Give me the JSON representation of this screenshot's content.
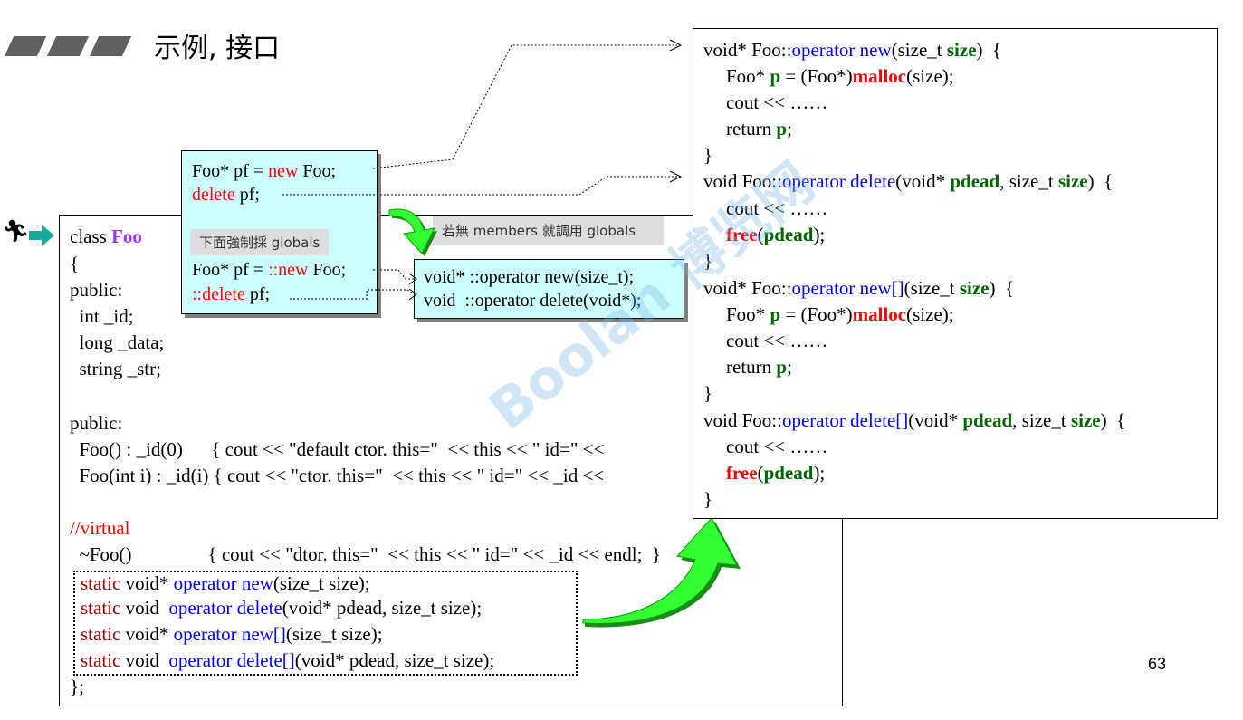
{
  "header": {
    "title": "示例, 接口"
  },
  "class_box": {
    "lines": [
      [
        "class ",
        "Foo"
      ],
      [
        "{"
      ],
      [
        "public:"
      ],
      [
        "  int _id;"
      ],
      [
        "  long _data;"
      ],
      [
        "  string _str;"
      ],
      [
        ""
      ],
      [
        "public:"
      ],
      [
        "  Foo() : _id(0)      { cout << \"default ctor. this=\"  << this << \" id=\" <<"
      ],
      [
        "  Foo(int i) : _id(i) { cout << \"ctor. this=\"  << this << \" id=\" << _id <<"
      ],
      [
        ""
      ],
      [
        "//virtual"
      ],
      [
        "  ~Foo()                { cout << \"dtor. this=\"  << this << \" id=\" << _id << endl;  }"
      ]
    ],
    "static_lines": [
      [
        "static",
        " void* ",
        "operator new",
        "(size_t size);"
      ],
      [
        "static",
        " void  ",
        "operator delete",
        "(void* pdead, size_t size);"
      ],
      [
        "static",
        " void* ",
        "operator new[]",
        "(size_t size);"
      ],
      [
        "static",
        " void  ",
        "operator delete[]",
        "(void* pdead, size_t size);"
      ]
    ],
    "closing": "};"
  },
  "impl_box": {
    "new_sig": [
      "void* Foo::",
      "operator new",
      "(size_t ",
      "size",
      ")  {"
    ],
    "new_body1": [
      "Foo* ",
      "p",
      " = (Foo*)",
      "malloc",
      "(size);"
    ],
    "cout": "cout << ……",
    "return_p": [
      "return ",
      "p",
      ";"
    ],
    "close": "}",
    "delete_sig": [
      "void Foo::",
      "operator delete",
      "(void* ",
      "pdead",
      ", size_t ",
      "size",
      ")  {"
    ],
    "free_line": [
      "free",
      "(",
      "pdead",
      ");"
    ],
    "newarr_sig": [
      "void* Foo::",
      "operator new[]",
      "(size_t ",
      "size",
      ")  {"
    ],
    "deletearr_sig": [
      "void Foo::",
      "operator delete[]",
      "(void* ",
      "pdead",
      ", size_t ",
      "size",
      ")  {"
    ]
  },
  "note_left": {
    "line1": [
      "Foo* pf = ",
      "new",
      " Foo;"
    ],
    "line2": [
      "delete",
      " pf;"
    ],
    "label": "下面強制採 globals",
    "line3": [
      "Foo* pf = ",
      "::new",
      " Foo;"
    ],
    "line4": [
      "::delete",
      " pf;"
    ]
  },
  "note_right": {
    "label": "若無 members 就調用 globals",
    "line1": "void* ::operator new(size_t);",
    "line2": "void  ::operator delete(void*);"
  },
  "page_number": "63",
  "watermark": "Boolan 博览网",
  "colors": {
    "cyan": "#ccffff",
    "green_arrow": "#33ff33",
    "teal_arrow": "#1aa89a"
  }
}
